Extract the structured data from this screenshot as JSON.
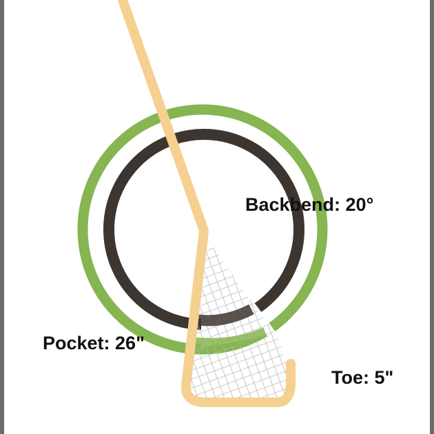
{
  "labels": {
    "backbend": "Backbend: 20°",
    "pocket": "Pocket: 26\"",
    "toe": "Toe: 5\""
  },
  "colors": {
    "frame_border": "#6b6b6b",
    "outer_ring": "#86b551",
    "inner_ring": "#3d3530",
    "stick": "#f5d091",
    "mesh": "#b9b9b9",
    "text": "#111111"
  }
}
